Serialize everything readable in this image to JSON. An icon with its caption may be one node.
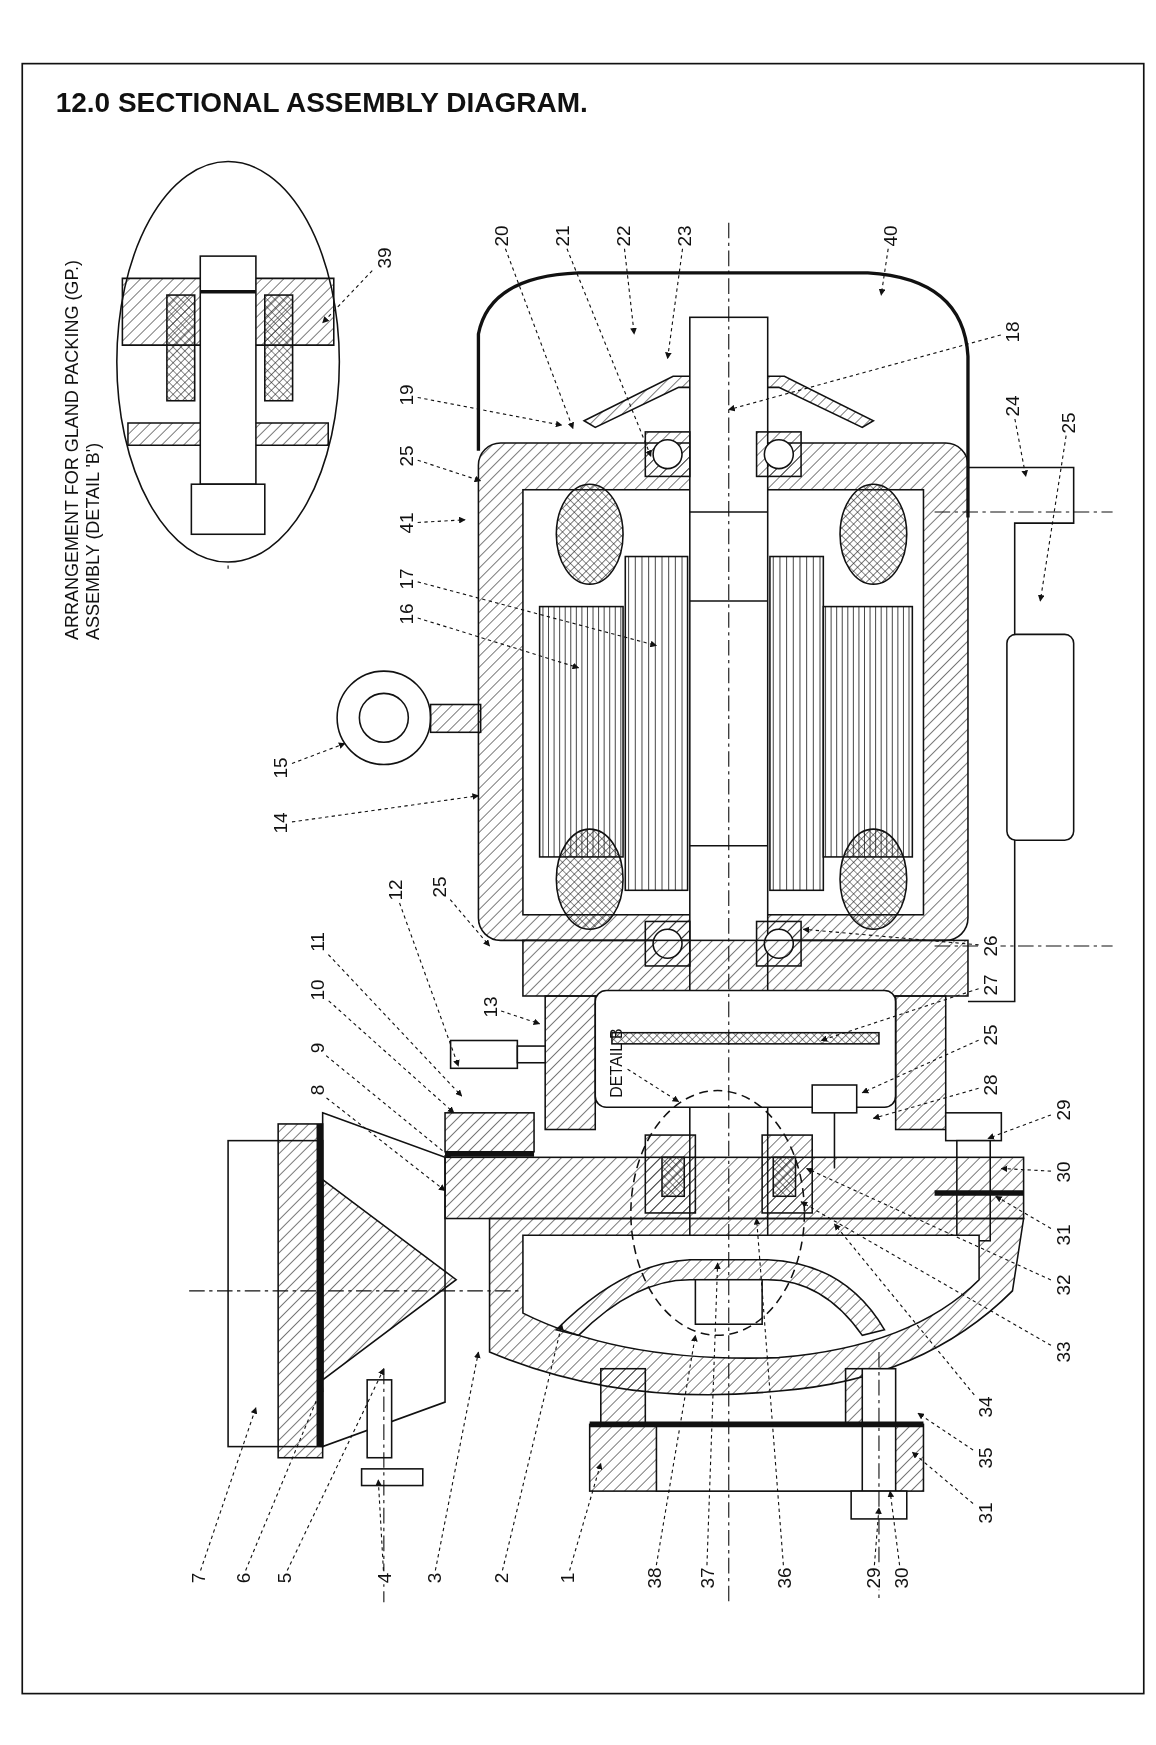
{
  "diagram": {
    "title": "12.0 SECTIONAL ASSEMBLY DIAGRAM.",
    "nodes": [
      {
        "text": [
          "39"
        ]
      },
      {
        "text": [
          "20"
        ]
      },
      {
        "text": [
          "21"
        ]
      },
      {
        "text": [
          "22"
        ]
      },
      {
        "text": [
          "23"
        ]
      },
      {
        "text": [
          "40"
        ]
      },
      {
        "text": [
          "19"
        ]
      },
      {
        "text": [
          "18"
        ]
      },
      {
        "text": [
          "25"
        ]
      },
      {
        "text": [
          "24"
        ]
      },
      {
        "text": [
          "25"
        ]
      },
      {
        "text": [
          "41"
        ]
      },
      {
        "text": [
          "17"
        ]
      },
      {
        "text": [
          "16"
        ]
      },
      {
        "text": [
          "15"
        ]
      },
      {
        "text": [
          "14"
        ]
      },
      {
        "text": [
          "12"
        ]
      },
      {
        "text": [
          "25"
        ]
      },
      {
        "text": [
          "26"
        ]
      },
      {
        "text": [
          "11"
        ]
      },
      {
        "text": [
          "10"
        ]
      },
      {
        "text": [
          "27"
        ]
      },
      {
        "text": [
          "13"
        ]
      },
      {
        "text": [
          "25"
        ]
      },
      {
        "text": [
          "DETAIL B"
        ]
      },
      {
        "text": [
          "9"
        ]
      },
      {
        "text": [
          "28"
        ]
      },
      {
        "text": [
          "8"
        ]
      },
      {
        "text": [
          "29"
        ]
      },
      {
        "text": [
          "30"
        ]
      },
      {
        "text": [
          "31"
        ]
      },
      {
        "text": [
          "32"
        ]
      },
      {
        "text": [
          "33"
        ]
      },
      {
        "text": [
          "34"
        ]
      },
      {
        "text": [
          "35"
        ]
      },
      {
        "text": [
          "31"
        ]
      },
      {
        "text": [
          "7"
        ]
      },
      {
        "text": [
          "6"
        ]
      },
      {
        "text": [
          "5"
        ]
      },
      {
        "text": [
          "4"
        ]
      },
      {
        "text": [
          "3"
        ]
      },
      {
        "text": [
          "2"
        ]
      },
      {
        "text": [
          "1"
        ]
      },
      {
        "text": [
          "38"
        ]
      },
      {
        "text": [
          "37"
        ]
      },
      {
        "text": [
          "36"
        ]
      },
      {
        "text": [
          "29"
        ]
      },
      {
        "text": [
          "30"
        ]
      }
    ],
    "edges": [
      {
        "from": 0,
        "to": null,
        "arrow": "to"
      },
      {
        "from": 1,
        "to": null,
        "arrow": "to"
      },
      {
        "from": 2,
        "to": null,
        "arrow": "to"
      },
      {
        "from": 3,
        "to": null,
        "arrow": "to"
      },
      {
        "from": 4,
        "to": null,
        "arrow": "to"
      },
      {
        "from": 5,
        "to": null,
        "arrow": "to"
      },
      {
        "from": 6,
        "to": null,
        "arrow": "to"
      },
      {
        "from": 7,
        "to": null,
        "arrow": "to"
      },
      {
        "from": 8,
        "to": null,
        "arrow": "to"
      },
      {
        "from": 9,
        "to": null,
        "arrow": "to"
      },
      {
        "from": 10,
        "to": null,
        "arrow": "to"
      },
      {
        "from": 11,
        "to": null,
        "arrow": "to"
      },
      {
        "from": 12,
        "to": null,
        "arrow": "to"
      },
      {
        "from": 13,
        "to": null,
        "arrow": "to"
      },
      {
        "from": 14,
        "to": null,
        "arrow": "to"
      },
      {
        "from": 15,
        "to": null,
        "arrow": "to"
      },
      {
        "from": 16,
        "to": null,
        "arrow": "to"
      },
      {
        "from": 17,
        "to": null,
        "arrow": "to"
      },
      {
        "from": 18,
        "to": null,
        "arrow": "to"
      },
      {
        "from": 19,
        "to": null,
        "arrow": "to"
      },
      {
        "from": 20,
        "to": null,
        "arrow": "to"
      },
      {
        "from": 21,
        "to": null,
        "arrow": "to"
      },
      {
        "from": 22,
        "to": null,
        "arrow": "to"
      },
      {
        "from": 23,
        "to": null,
        "arrow": "to"
      },
      {
        "from": 24,
        "to": null,
        "arrow": "to"
      },
      {
        "from": 25,
        "to": null,
        "arrow": "to"
      },
      {
        "from": 26,
        "to": null,
        "arrow": "to"
      },
      {
        "from": 27,
        "to": null,
        "arrow": "to"
      },
      {
        "from": 28,
        "to": null,
        "arrow": "to"
      },
      {
        "from": 29,
        "to": null,
        "arrow": "to"
      },
      {
        "from": 30,
        "to": null,
        "arrow": "to"
      },
      {
        "from": 31,
        "to": null,
        "arrow": "to"
      },
      {
        "from": 32,
        "to": null,
        "arrow": "to"
      },
      {
        "from": 33,
        "to": null,
        "arrow": "to"
      },
      {
        "from": 34,
        "to": null,
        "arrow": "to"
      },
      {
        "from": 35,
        "to": null,
        "arrow": "to"
      },
      {
        "from": 36,
        "to": null,
        "arrow": "to"
      },
      {
        "from": 37,
        "to": null,
        "arrow": "to"
      },
      {
        "from": 38,
        "to": null,
        "arrow": "to"
      },
      {
        "from": 39,
        "to": null,
        "arrow": "to"
      },
      {
        "from": 40,
        "to": null,
        "arrow": "to"
      },
      {
        "from": 41,
        "to": null,
        "arrow": "to"
      },
      {
        "from": 42,
        "to": null,
        "arrow": "to"
      },
      {
        "from": 43,
        "to": null,
        "arrow": "to"
      },
      {
        "from": 44,
        "to": null,
        "arrow": "to"
      },
      {
        "from": 45,
        "to": null,
        "arrow": "to"
      },
      {
        "from": 46,
        "to": null,
        "arrow": "to"
      },
      {
        "from": 47,
        "to": null,
        "arrow": "to"
      }
    ],
    "labels": [
      "ARRANGEMENT FOR GLAND PACKING (GP.) ASSEMBLY (DETAIL 'B')"
    ]
  }
}
